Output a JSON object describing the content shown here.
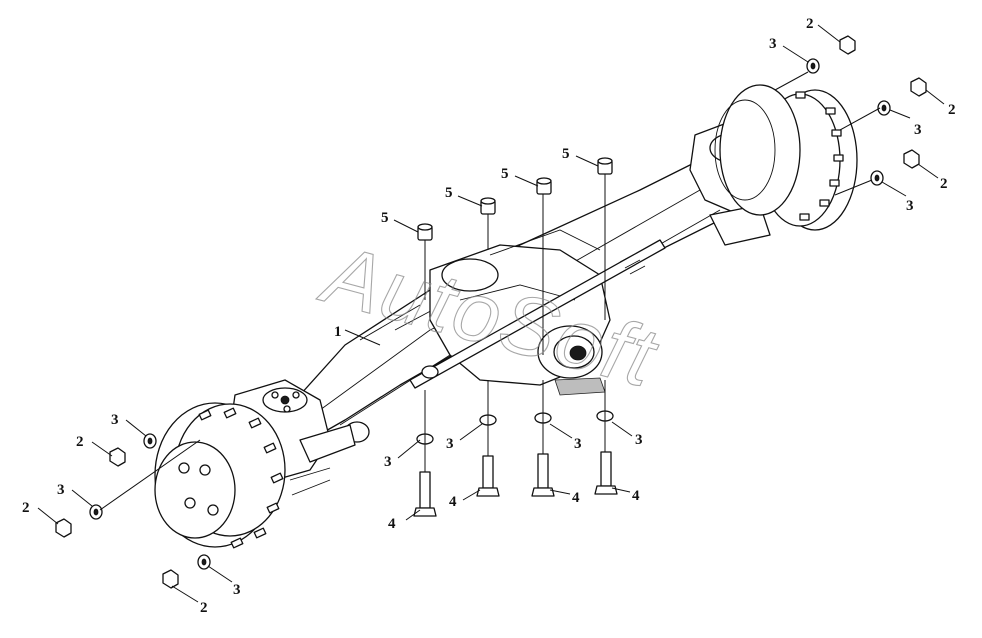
{
  "watermark": "AutoSoft",
  "callouts": {
    "c1": "1",
    "c2a": "2",
    "c2b": "2",
    "c2c": "2",
    "c2d": "2",
    "c2e": "2",
    "c2f": "2",
    "c3a": "3",
    "c3b": "3",
    "c3c": "3",
    "c3d": "3",
    "c3e": "3",
    "c3f": "3",
    "c3g": "3",
    "c3h": "3",
    "c3i": "3",
    "c3j": "3",
    "c4a": "4",
    "c4b": "4",
    "c4c": "4",
    "c4d": "4",
    "c5a": "5",
    "c5b": "5",
    "c5c": "5",
    "c5d": "5"
  }
}
